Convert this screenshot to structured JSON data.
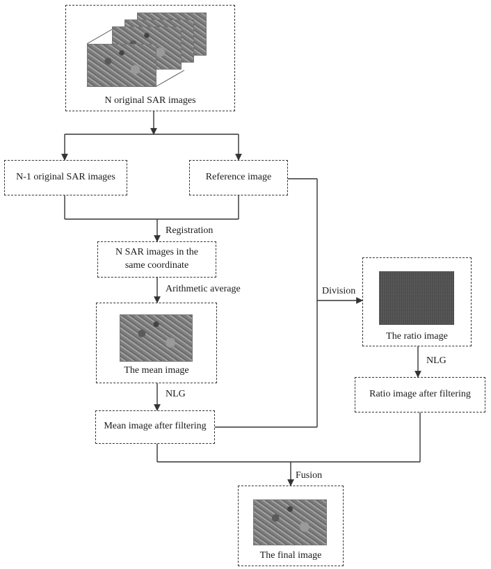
{
  "nodes": {
    "originals": "N original SAR images",
    "n_minus_one": "N-1 original SAR images",
    "reference": "Reference image",
    "same_coord_line1": "N SAR images in the",
    "same_coord_line2": "same coordinate",
    "mean": "The mean image",
    "mean_filtered": "Mean image after filtering",
    "ratio": "The ratio image",
    "ratio_filtered": "Ratio image after filtering",
    "final": "The final image"
  },
  "edges": {
    "registration": "Registration",
    "arithmetic": "Arithmetic average",
    "division": "Division",
    "nlg_mean": "NLG",
    "nlg_ratio": "NLG",
    "fusion": "Fusion"
  },
  "colors": {
    "line": "#333333",
    "stroke_dash": "dashed"
  }
}
